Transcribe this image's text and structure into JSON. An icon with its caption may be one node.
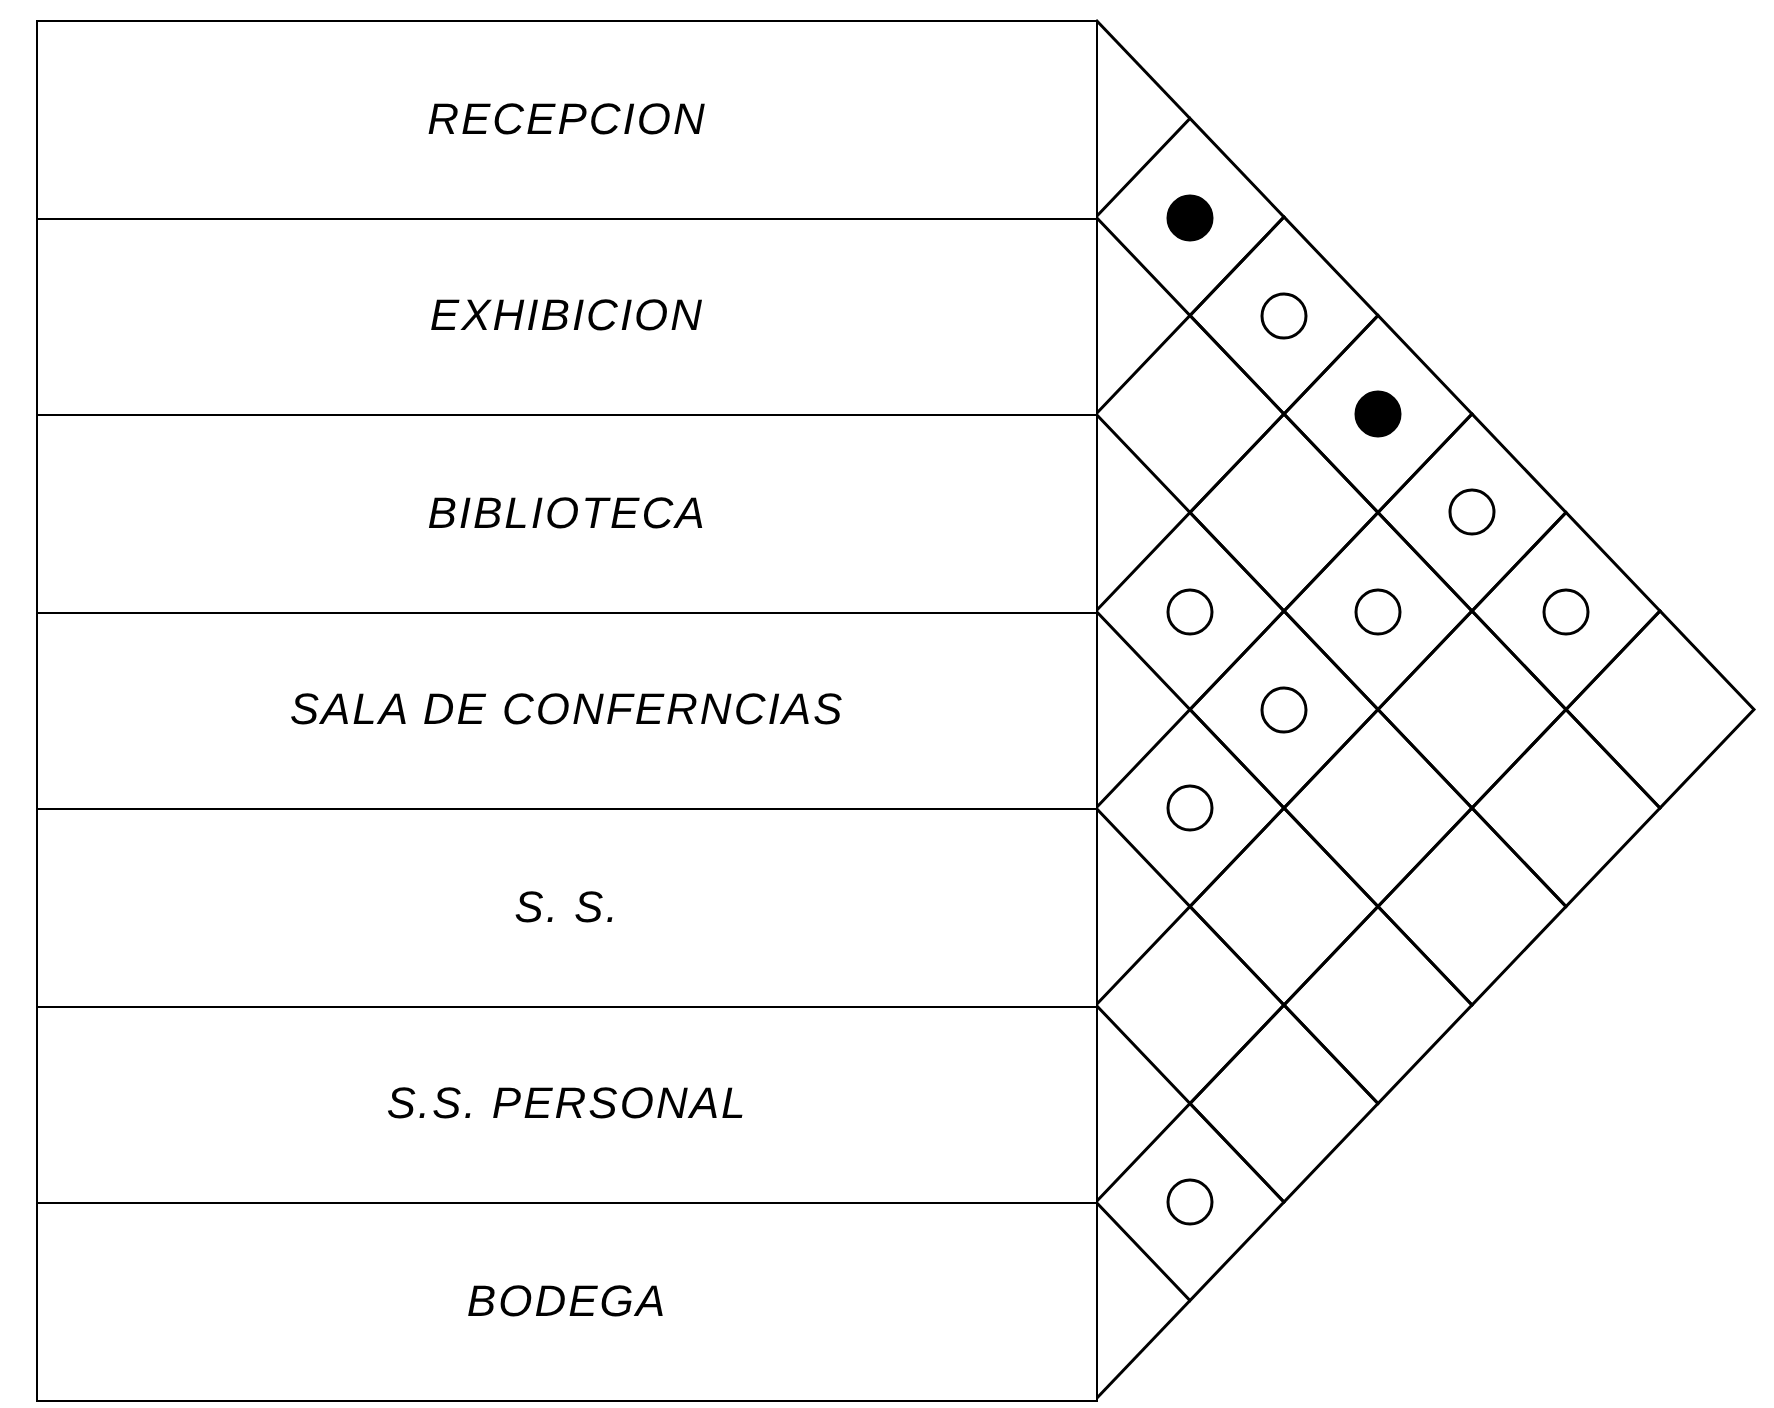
{
  "diagram": {
    "nodes": [
      {
        "text": [
          "RECEPCION"
        ]
      },
      {
        "text": [
          "EXHIBICION"
        ]
      },
      {
        "text": [
          "BIBLIOTECA"
        ]
      },
      {
        "text": [
          "SALA DE CONFERNCIAS"
        ]
      },
      {
        "text": [
          "S. S."
        ]
      },
      {
        "text": [
          "S.S. PERSONAL"
        ]
      },
      {
        "text": [
          "BODEGA"
        ]
      },
      {
        "text": [],
        "shape": "dot"
      },
      {
        "text": [],
        "shape": "circle"
      },
      {
        "text": [],
        "shape": "dot"
      },
      {
        "text": [],
        "shape": "circle"
      },
      {
        "text": [],
        "shape": "circle"
      },
      {
        "text": [],
        "shape": "circle"
      },
      {
        "text": [],
        "shape": "circle"
      },
      {
        "text": [],
        "shape": "circle"
      },
      {
        "text": [],
        "shape": "circle"
      },
      {
        "text": [],
        "shape": "circle"
      }
    ]
  }
}
